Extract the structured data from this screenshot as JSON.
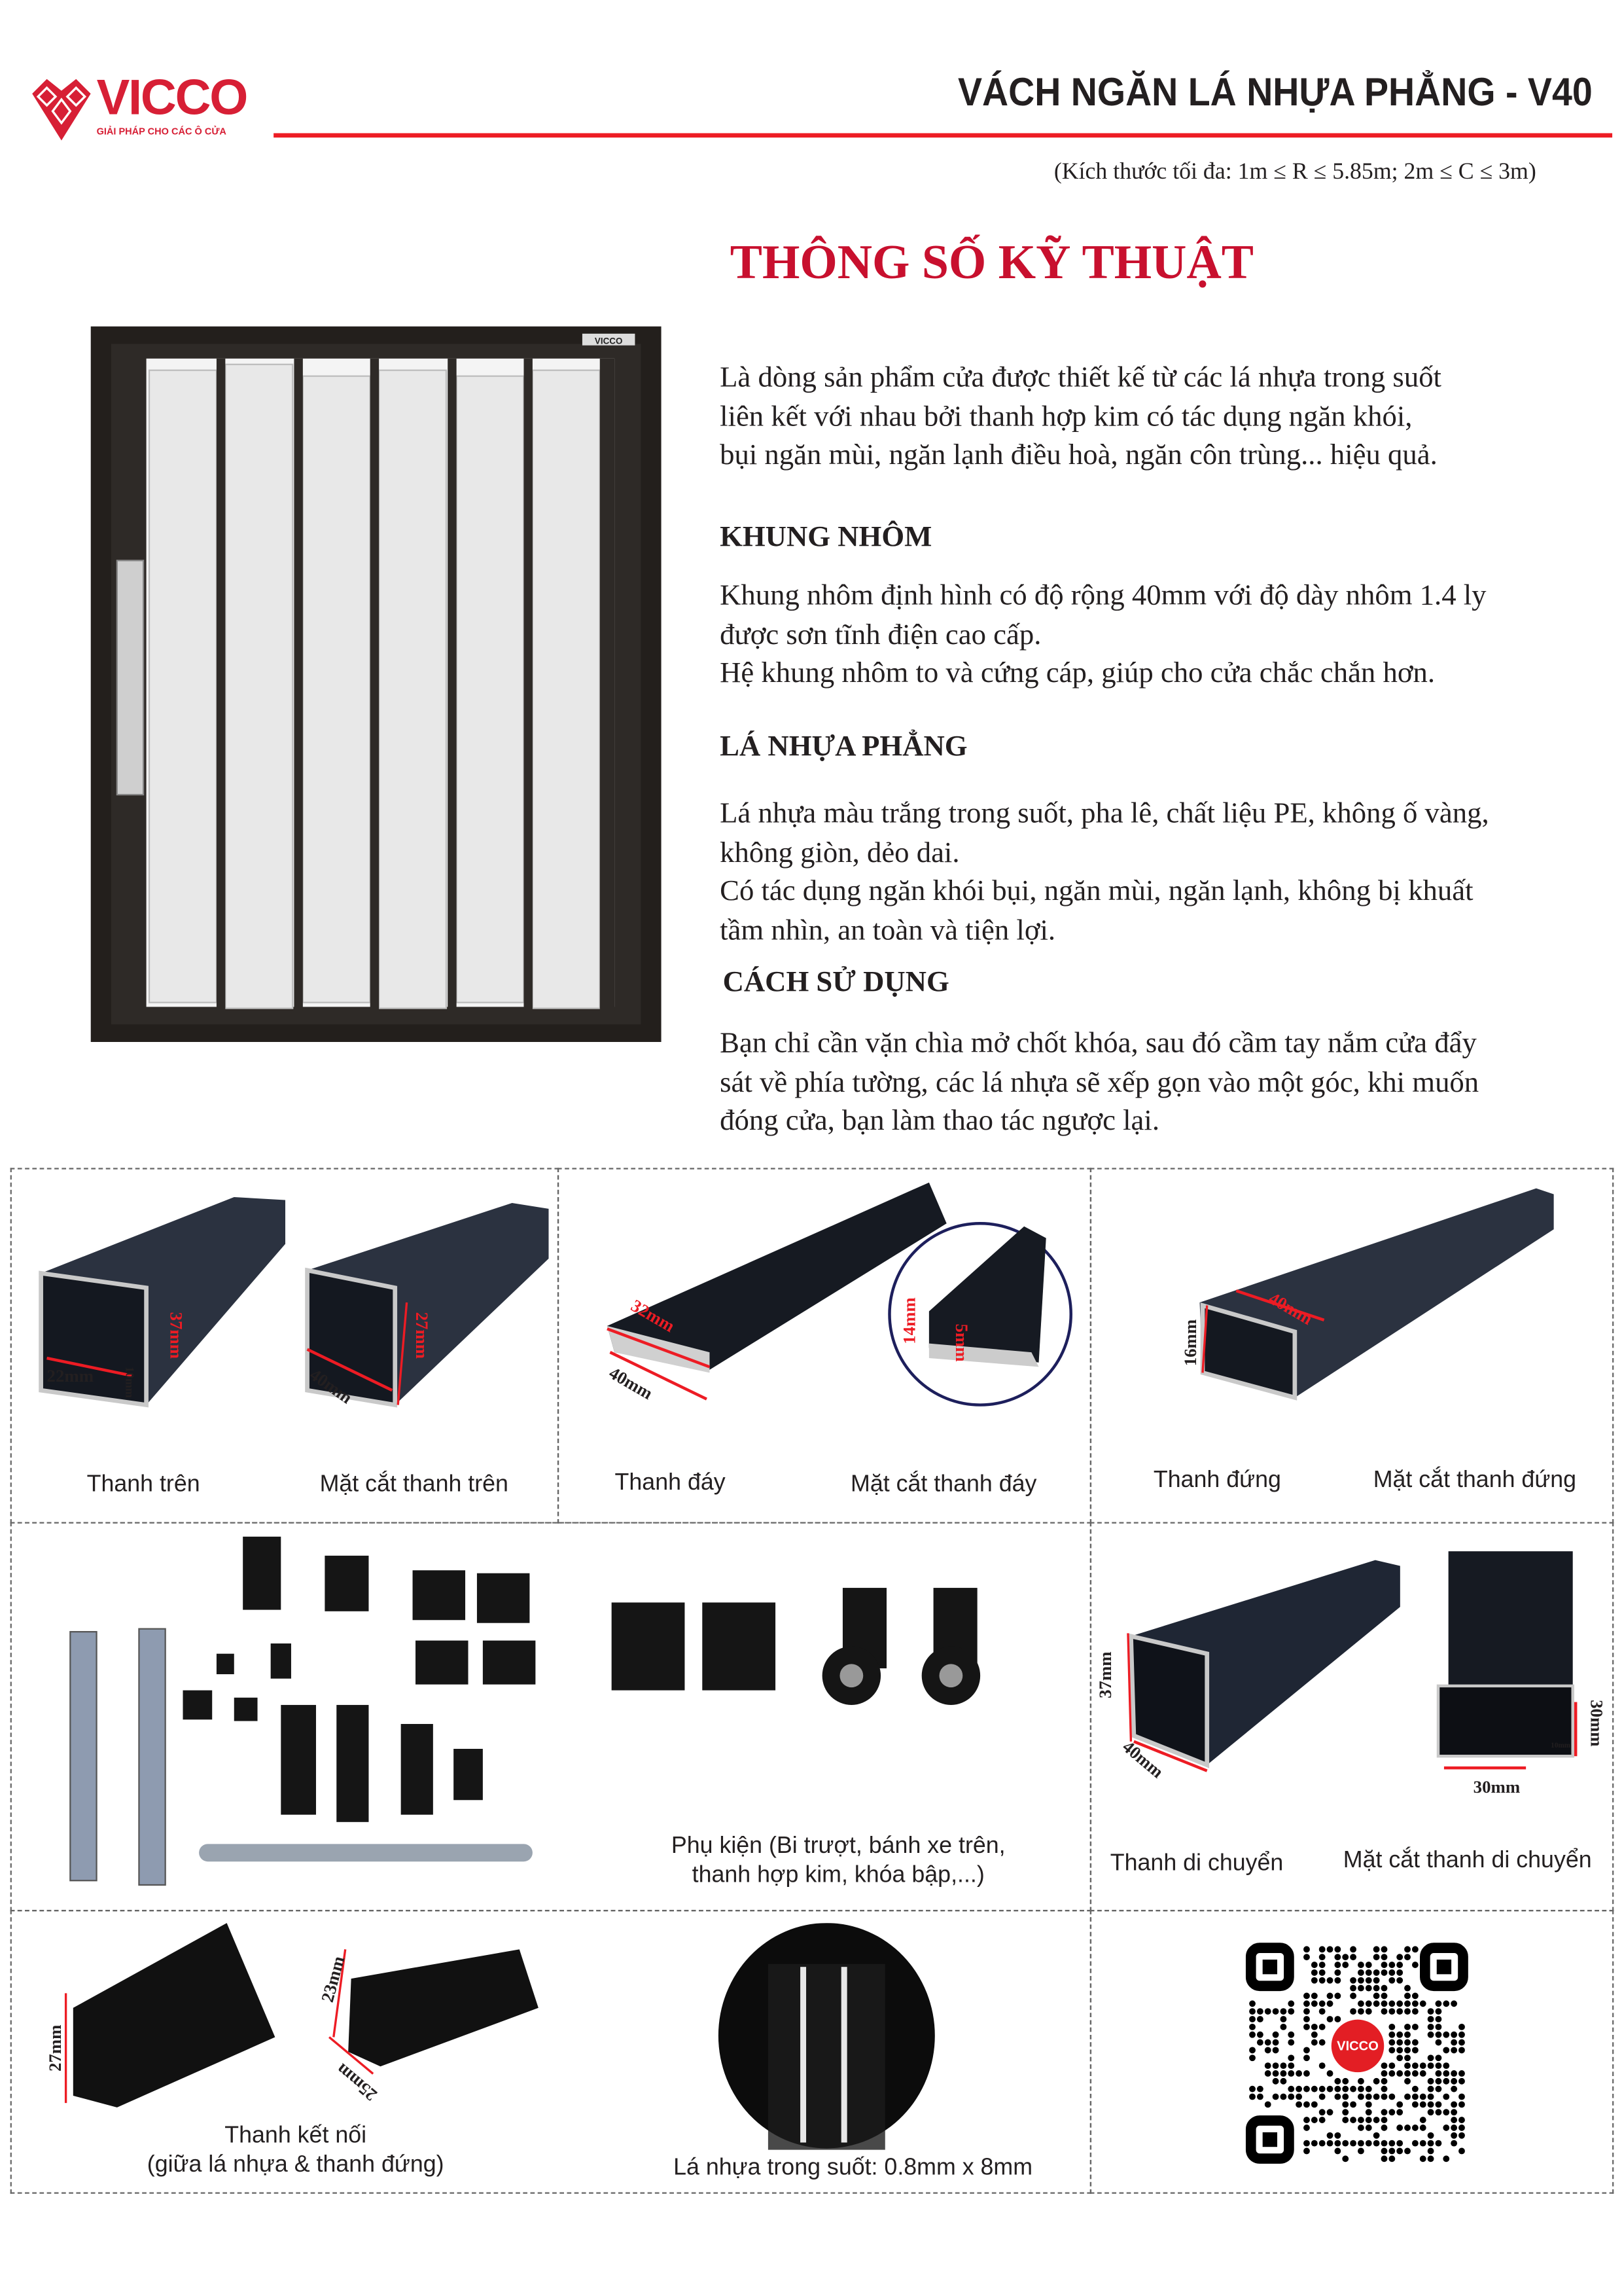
{
  "brand": {
    "name": "VICCO",
    "tagline": "GIẢI PHÁP CHO CÁC Ô CỬA",
    "color": "#d71f35"
  },
  "header": {
    "title": "VÁCH NGĂN LÁ NHỰA PHẲNG - V40",
    "subtitle": "(Kích thước tối đa: 1m ≤ R ≤ 5.85m; 2m ≤ C ≤ 3m)",
    "rule_color": "#ed1c24"
  },
  "specs": {
    "heading": "THÔNG SỐ KỸ THUẬT",
    "intro": [
      "Là dòng sản phẩm cửa được thiết kế từ các lá nhựa trong suốt",
      "liên kết với nhau bởi thanh hợp kim có tác dụng ngăn khói,",
      "bụi ngăn mùi, ngăn lạnh điều hoà, ngăn côn trùng... hiệu quả."
    ],
    "sections": [
      {
        "title": "KHUNG NHÔM",
        "lines": [
          "Khung nhôm định hình có độ rộng 40mm với độ dày nhôm 1.4 ly",
          "được sơn tĩnh điện cao cấp.",
          "Hệ khung nhôm to và cứng cáp, giúp cho cửa chắc chắn hơn."
        ]
      },
      {
        "title": "LÁ NHỰA PHẲNG",
        "lines": [
          "Lá nhựa màu trắng trong suốt, pha lê, chất liệu PE, không ố vàng,",
          "không giòn, dẻo dai.",
          "Có tác dụng ngăn khói bụi, ngăn mùi, ngăn lạnh, không bị khuất",
          "tầm nhìn, an toàn và tiện lợi."
        ]
      },
      {
        "title": "CÁCH SỬ DỤNG",
        "lines": [
          "Bạn chỉ cần vặn chìa mở chốt khóa, sau đó cầm tay nắm cửa đẩy",
          "sát về phía tường, các lá nhựa sẽ xếp gọn vào một góc, khi muốn",
          "đóng cửa, bạn làm thao tác ngược lại."
        ]
      }
    ]
  },
  "door_image": {
    "badge": "VICCO"
  },
  "parts": {
    "top_bar": {
      "caption": "Thanh trên",
      "dims": [
        "22mm",
        "10mm"
      ]
    },
    "top_bar_section": {
      "caption": "Mặt cắt thanh trên",
      "dims": [
        "37mm",
        "27mm",
        "40mm"
      ]
    },
    "bottom_bar": {
      "caption": "Thanh đáy",
      "dims": [
        "32mm",
        "40mm"
      ]
    },
    "bottom_bar_section": {
      "caption": "Mặt cắt thanh đáy",
      "dims": [
        "14mm",
        "5mm"
      ]
    },
    "vertical_bar": {
      "caption": "Thanh đứng",
      "dims": [
        "16mm",
        "40mm"
      ]
    },
    "vertical_bar_section": {
      "caption": "Mặt cắt thanh đứng"
    },
    "accessories": {
      "caption": [
        "Phụ kiện (Bi trượt, bánh xe trên,",
        "thanh hợp kim, khóa bập,...)"
      ]
    },
    "moving_bar": {
      "caption": "Thanh di chuyển",
      "dims": [
        "37mm",
        "40mm"
      ]
    },
    "moving_bar_section": {
      "caption": "Mặt cắt thanh di chuyển",
      "dims": [
        "30mm",
        "10mm",
        "30mm"
      ]
    },
    "connector_bar": {
      "caption": [
        "Thanh kết nối",
        "(giữa lá nhựa & thanh đứng)"
      ],
      "dims": [
        "27mm",
        "23mm",
        "25mm"
      ]
    },
    "plastic_slat": {
      "caption": "Lá nhựa trong suốt: 0.8mm x 8mm"
    },
    "qr": {
      "logo": "VICCO"
    }
  }
}
